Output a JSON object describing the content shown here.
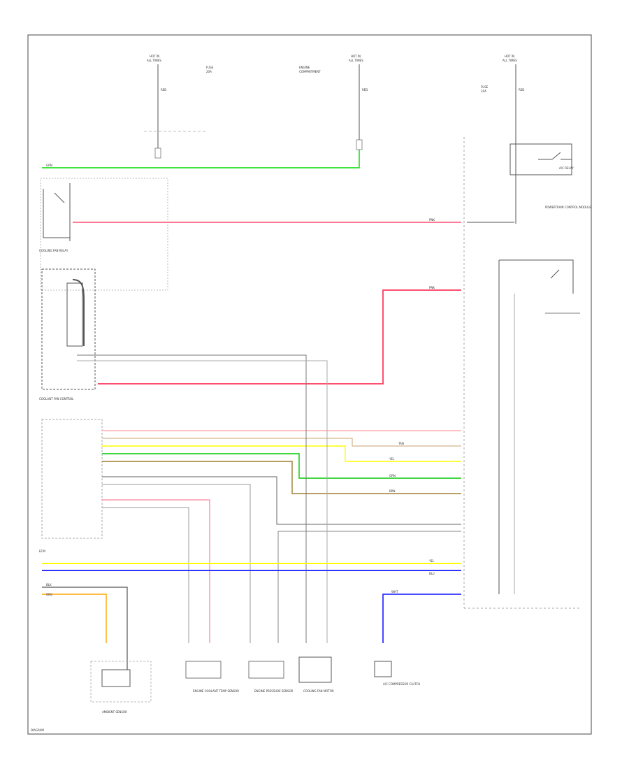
{
  "diagram": {
    "corner_tag": "DIAGRAM",
    "fuses": [
      {
        "id": "fuse-1",
        "heading": "HOT IN",
        "subheading": "ALL TIMES",
        "label": "FUSE",
        "detail": "20A",
        "wire": "RED"
      },
      {
        "id": "fuse-2",
        "heading": "HOT IN",
        "subheading": "ALL TIMES",
        "label": "ENGINE",
        "detail": "COMPARTMENT",
        "wire": "RED"
      },
      {
        "id": "fuse-3",
        "heading": "HOT IN",
        "subheading": "ALL TIMES",
        "label": "FUSE",
        "detail": "10A",
        "wire": "RED"
      }
    ],
    "wires": [
      {
        "label": "GRN",
        "color": "#00dd00"
      },
      {
        "label": "PNK",
        "color": "#ff4f6f"
      },
      {
        "label": "PNK",
        "color": "#ff4f6f"
      },
      {
        "label": "TAN",
        "color": "#d2b48c"
      },
      {
        "label": "YEL",
        "color": "#ffff00"
      },
      {
        "label": "GRN",
        "color": "#00dd00"
      },
      {
        "label": "BRN",
        "color": "#a08030"
      },
      {
        "label": "YEL",
        "color": "#ffff00"
      },
      {
        "label": "BLU",
        "color": "#3333ff"
      },
      {
        "label": "ORG",
        "color": "#ffa500"
      },
      {
        "label": "BLK",
        "color": "#555555"
      },
      {
        "label": "WHT",
        "color": "#aaaaaa"
      }
    ],
    "modules": [
      {
        "id": "cooling-fan-relay",
        "label": "COOLING FAN RELAY"
      },
      {
        "id": "cooling-fan-control",
        "label": "COOLANT FAN CONTROL"
      },
      {
        "id": "ecm",
        "label": "ECM"
      },
      {
        "id": "pcm-right",
        "label": "POWERTRAIN CONTROL MODULE"
      },
      {
        "id": "ac-relay",
        "label": "A/C RELAY"
      },
      {
        "id": "ambient-sensor",
        "label": "AMBIENT SENSOR"
      },
      {
        "id": "coolant-temp-sensor",
        "label": "ENGINE COOLANT TEMP SENSOR"
      },
      {
        "id": "pressure-sensor",
        "label": "ENGINE PRESSURE SENSOR"
      },
      {
        "id": "cooling-fan-motor",
        "label": "COOLING FAN MOTOR"
      },
      {
        "id": "ac-compressor",
        "label": "A/C COMPRESSOR CLUTCH"
      }
    ]
  }
}
